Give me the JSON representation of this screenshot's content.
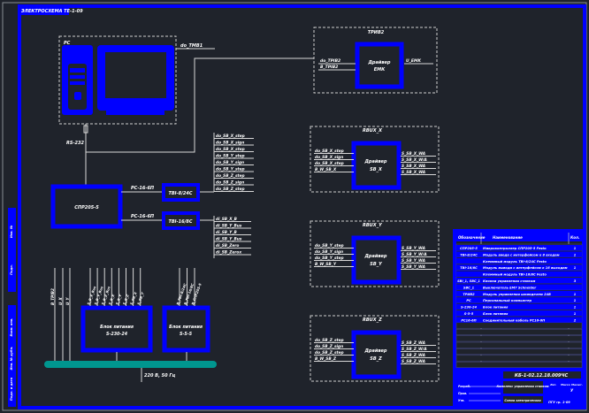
{
  "colors": {
    "background": "#1f232b",
    "frame": "#0000ff",
    "bus": "#00968f",
    "lines": "#d8d8d8"
  },
  "sheet_label": "ЭЛЕКТРОСХЕМА ТЕ-1-09",
  "side_stamps": [
    "Инв. №",
    "Подп.",
    "Взам. инв.",
    "Инв. № дубл.",
    "Подп. и дата"
  ],
  "pc": {
    "label": "PC",
    "out_signal": "do_TMB1",
    "interface": "RS-232"
  },
  "controller": {
    "label": "СПР205-5",
    "links": [
      "PC-16-6П",
      "PC-16-6П"
    ]
  },
  "modules": [
    {
      "label": "TBI-8/24C"
    },
    {
      "label": "TBI-16/8C"
    }
  ],
  "input_signals": [
    "do_SB_X_step",
    "do_SB_X_sign",
    "do_SB_X_step",
    "do_SB_Y_step",
    "do_SB_Y_sign",
    "do_SB_Y_step",
    "do_SB_Z_step",
    "do_SB_Z_sign",
    "do_SB_Z_step"
  ],
  "output_signals": [
    "di_SB_X_B",
    "di_SB_Y_Bus",
    "di_SB_Y_B",
    "di_SB_Y_Bus",
    "di_SB_Zero",
    "di_SB_Zerox"
  ],
  "tpib": {
    "title": "ТРИВ2",
    "block": [
      "Драйвер",
      "ЕМК"
    ],
    "inputs": [
      "do_TPIB2",
      "B_TPIB2"
    ],
    "outputs": [
      "U_EMK"
    ]
  },
  "drivers": [
    {
      "title": "RBUX_X",
      "block": [
        "Драйвер",
        "SB_X"
      ],
      "inputs": [
        "do_SB_X_step",
        "do_SB_X_sign",
        "do_SB_X_step",
        "B_W_SB_X"
      ],
      "outputs": [
        "S_SB_X_WA",
        "S_SB_X_W/A",
        "S_SB_X_WA",
        "S_SB_X_WA"
      ]
    },
    {
      "title": "RBUX_Y",
      "block": [
        "Драйвер",
        "SB_Y"
      ],
      "inputs": [
        "do_SB_Y_step",
        "do_SB_Y_sign",
        "do_SB_Y_step",
        "B_W_SB_Y"
      ],
      "outputs": [
        "S_SB_Y_WA",
        "S_SB_Y_W/A",
        "S_SB_Y_WA",
        "S_SB_Y_WA"
      ]
    },
    {
      "title": "RBUX_Z",
      "block": [
        "Драйвер",
        "SB_Z"
      ],
      "inputs": [
        "do_SB_Z_step",
        "do_SB_Z_sign",
        "do_SB_Z_step",
        "B_W_SB_Z"
      ],
      "outputs": [
        "S_SB_Z_WA",
        "S_SB_Z_W/A",
        "S_SB_Z_WA",
        "S_SB_Z_WA"
      ]
    }
  ],
  "power": {
    "bus_label": "220 В, 50 Гц",
    "left_feeds": [
      "B_TPIB2",
      "U_X",
      "U_Y"
    ],
    "psu1": {
      "label": [
        "Блок питания",
        "S-230-24"
      ],
      "feeds": [
        "S_B_X_Bus",
        "S_B_Y_Bus",
        "S_B_Z_Bus",
        "S_B_X",
        "S_B_Y",
        "S_B_Z",
        "S_SB_X",
        "S_SB_Y"
      ]
    },
    "psu2": {
      "label": [
        "Блок питания",
        "S-5-5"
      ],
      "feeds": [
        "B_TBI-8/24C",
        "B_TBI-16/8C",
        "B_СПР205-5"
      ]
    }
  },
  "bom": {
    "headers": [
      "Обозначение",
      "Наименование",
      "Кол."
    ],
    "rows": [
      [
        "СПР205-5",
        "Микроконтроллер СПР205-5 Festo",
        "1"
      ],
      [
        "TBI-8/24C",
        "Модуль ввода с интерфейсом к 8 входам",
        "1"
      ],
      [
        "",
        "Клеммный модуль TBI-8/24C Festo",
        ""
      ],
      [
        "TBI-16/8C",
        "Модуль вывода с интерфейсом к 16 выходам",
        "1"
      ],
      [
        "",
        "Клеммный модуль TBI-16/8C Festo",
        ""
      ],
      [
        "SBI_1, SBC_1",
        "Кнопки управления станком",
        "3"
      ],
      [
        "SBC_1",
        "Выключатель ЕМ7 Schneider",
        ""
      ],
      [
        "ТРИВ2",
        "Модуль управления шпинделем 24В",
        "1"
      ],
      [
        "PC",
        "Персональный компьютер",
        "1"
      ],
      [
        "S-230-24",
        "Блок питания",
        "1"
      ],
      [
        "S-5-5",
        "Блок питания",
        "1"
      ],
      [
        "PC16-6П",
        "Соединительный кабель PC16-6П",
        "2"
      ]
    ]
  },
  "title_block": {
    "code": "КБ-1-02.12.18.009ЧС",
    "name": "Комплекс управления станком",
    "doc": "Схема электрическая",
    "sheet_letter": "У",
    "org": "ПГУ гр. 1-09",
    "cols": [
      "Лит.",
      "Масса",
      "Масшт."
    ],
    "roles": [
      "Разраб.",
      "Пров.",
      "Утв."
    ]
  }
}
